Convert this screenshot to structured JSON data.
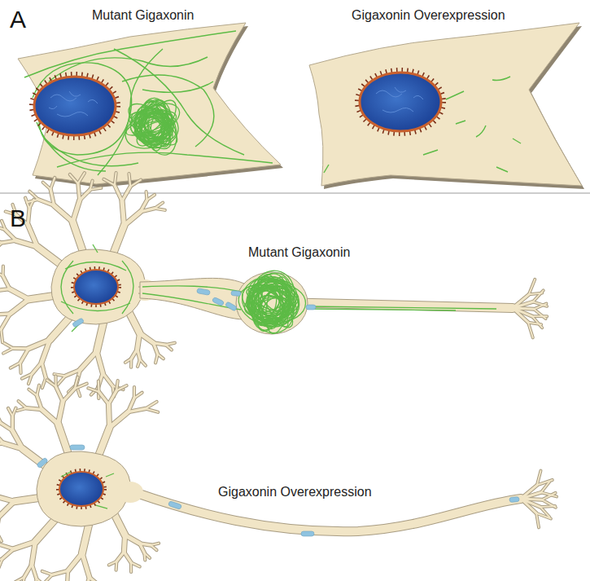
{
  "diagram": {
    "labels": [
      "A",
      "Mutant Gigaxonin",
      "Gigaxonin Overexpression",
      "B",
      "Mutant Gigaxonin",
      "Gigaxonin Overexpression"
    ]
  }
}
